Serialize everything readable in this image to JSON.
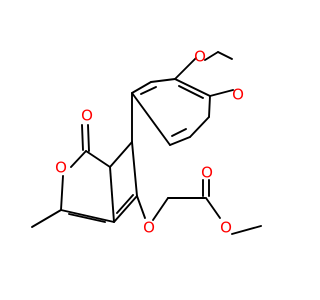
{
  "molecule": {
    "atom_labels": [
      {
        "id": "O_dioxole_top",
        "text": "O"
      },
      {
        "id": "O_dioxole_right",
        "text": "O"
      },
      {
        "id": "O_ketone",
        "text": "O"
      },
      {
        "id": "O_pyranone_ring",
        "text": "O"
      },
      {
        "id": "O_ester_carbonyl",
        "text": "O"
      },
      {
        "id": "O_ester_alkoxy",
        "text": "O"
      },
      {
        "id": "O_furan_ring",
        "text": "O"
      }
    ]
  },
  "colors": {
    "bond": "#000000",
    "oxygen": "#ff0000",
    "background": "#ffffff"
  }
}
